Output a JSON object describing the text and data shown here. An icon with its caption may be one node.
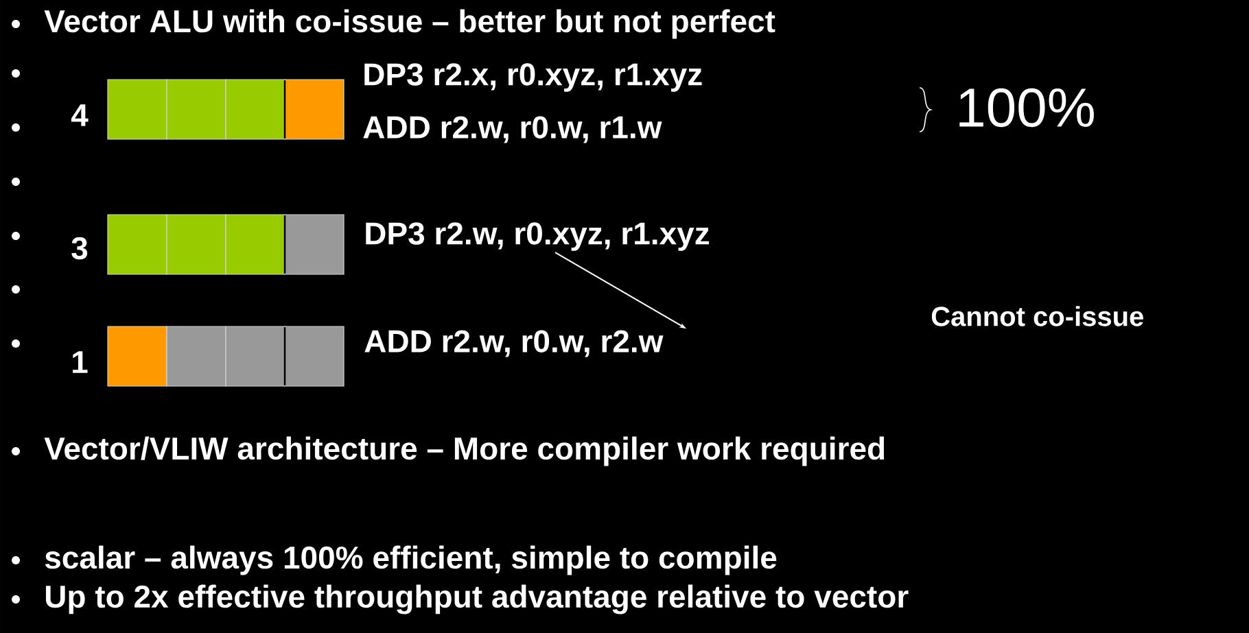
{
  "diagram": {
    "nodes": [
      {
        "text": [
          "DP3 r2.w, r0.xyz, r1.xyz"
        ]
      },
      {
        "text": [
          "ADD r2.w, r0.w, r2.w"
        ]
      }
    ],
    "edges": [
      {
        "from": 0,
        "to": 1,
        "arrow": "to"
      }
    ],
    "labels": [
      "Vector ALU with co-issue – better but not perfect",
      "4",
      "DP3 r2.x, r0.xyz, r1.xyz",
      "ADD r2.w, r0.w, r1.w",
      "100%",
      "3",
      "1",
      "Cannot co-issue",
      "Vector/VLIW architecture – More compiler work required",
      "scalar – always 100% efficient, simple to compile",
      "Up to 2x effective throughput advantage relative to vector"
    ]
  }
}
